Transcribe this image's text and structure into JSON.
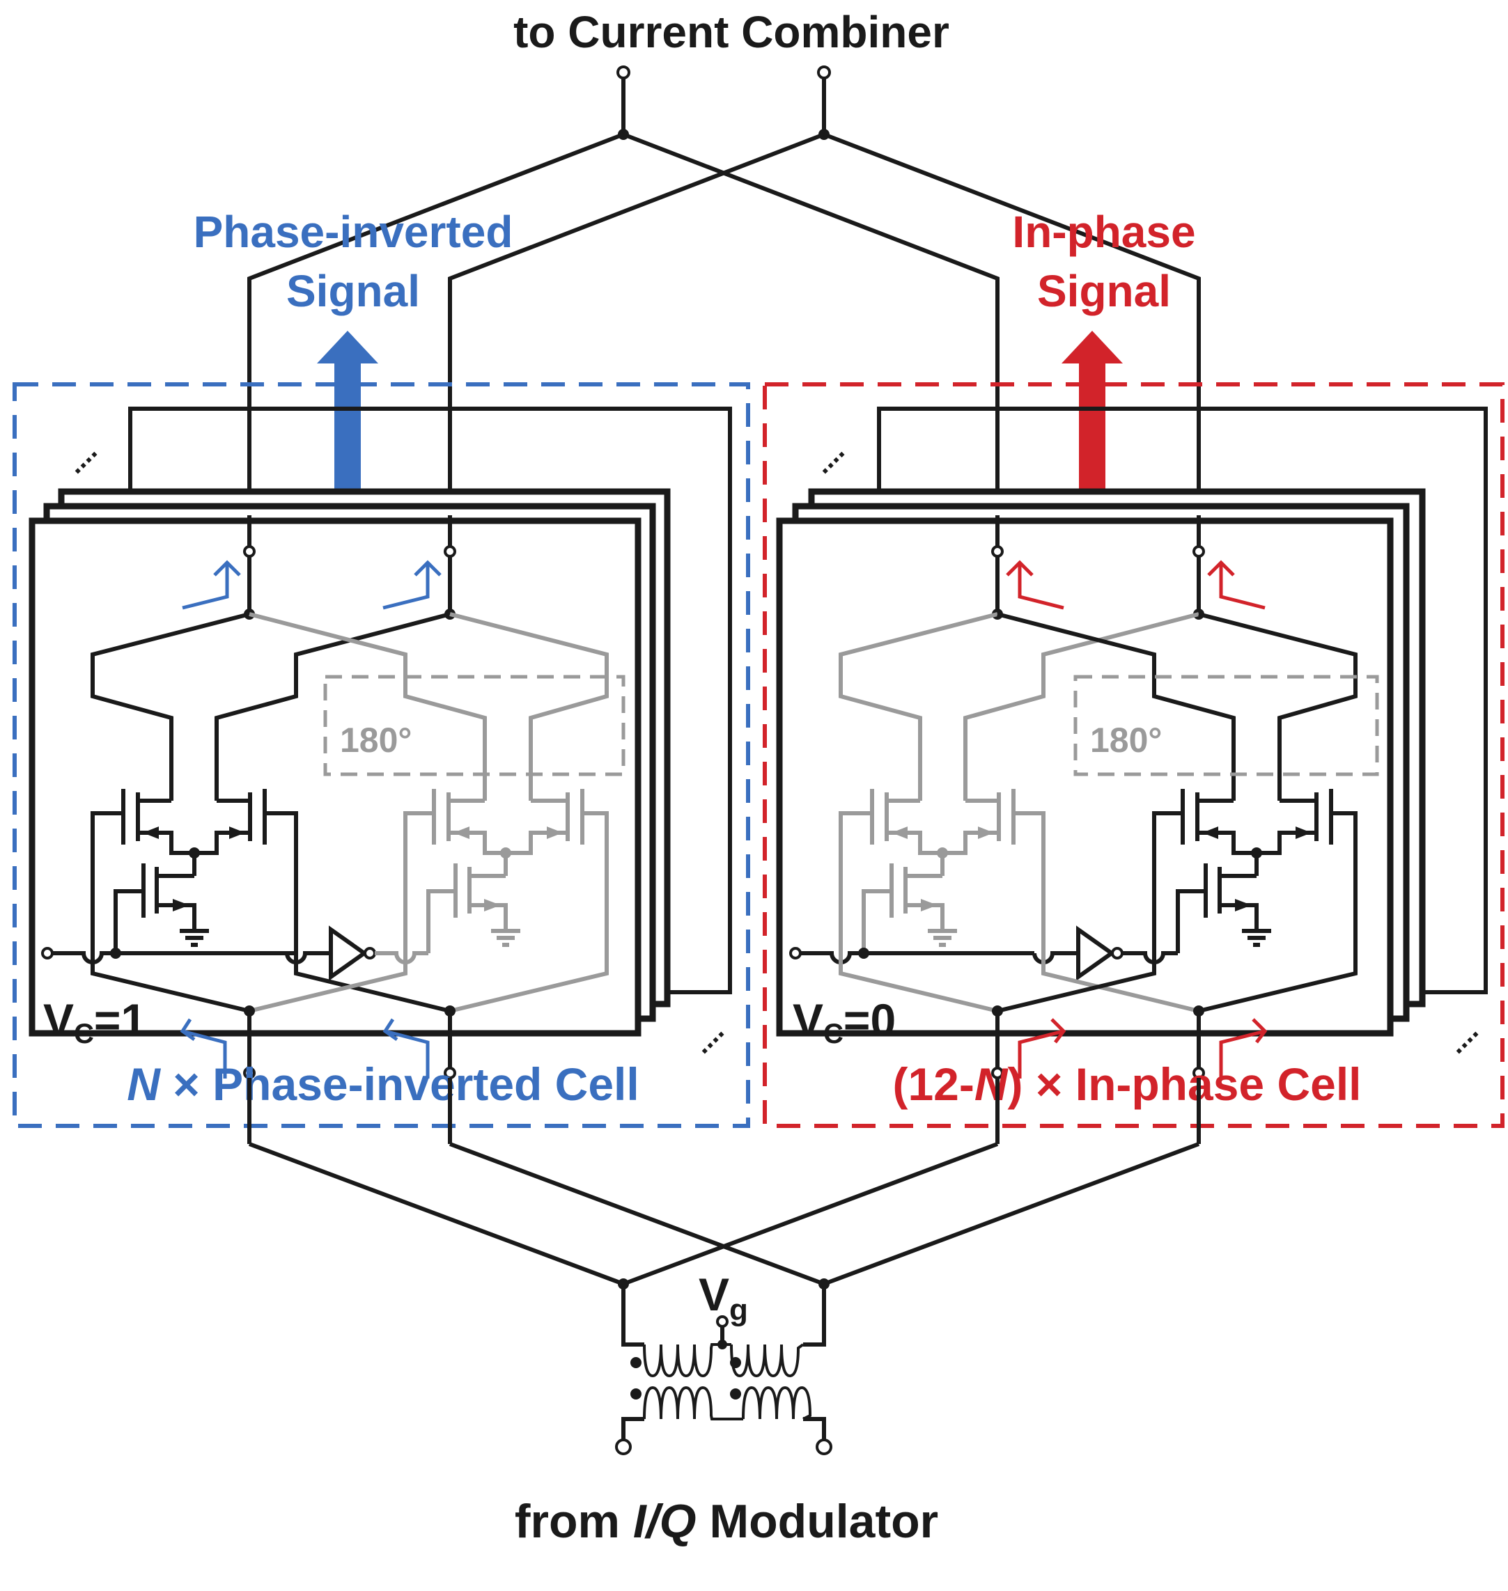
{
  "title_top": "to Current Combiner",
  "title_bottom": {
    "prefix": "from ",
    "italic": "I/Q",
    "suffix": " Modulator"
  },
  "colors": {
    "phase_inverted": "#3a6fbf",
    "in_phase": "#d2232a",
    "wire": "#1a1a1a",
    "inactive": "#9a9a9a"
  },
  "left_group": {
    "signal_label_line1": "Phase-inverted",
    "signal_label_line2": "Signal",
    "cell_label_italic": "N",
    "cell_label_rest": " × Phase-inverted Cell",
    "vc_label_main": "V",
    "vc_label_sub": "C",
    "vc_label_value": "=1",
    "phase_box_label": "180°"
  },
  "right_group": {
    "signal_label_line1": "In-phase",
    "signal_label_line2": "Signal",
    "cell_label_prefix": "(12-",
    "cell_label_italic": "N",
    "cell_label_rest": ") × In-phase Cell",
    "vc_label_main": "V",
    "vc_label_sub": "C",
    "vc_label_value": "=0",
    "phase_box_label": "180°"
  },
  "vg_label_main": "V",
  "vg_label_sub": "g",
  "stack_ellipsis": "...."
}
